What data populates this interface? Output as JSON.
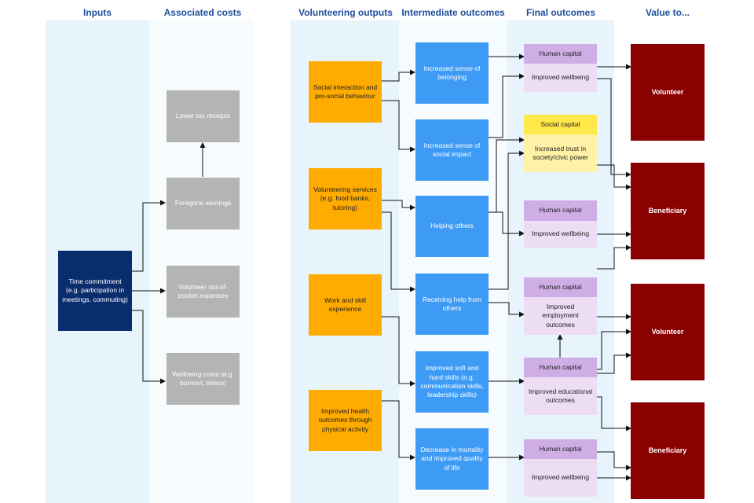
{
  "headers": {
    "inputs": "Inputs",
    "costs": "Associated costs",
    "outputs": "Volunteering outputs",
    "intermediate": "Intermediate outcomes",
    "final": "Final outcomes",
    "value": "Value to..."
  },
  "inputs": {
    "time": "Time commitment (e.g. participation in meetings, commuting)"
  },
  "costs": {
    "tax": "Lower tax receipts",
    "earnings": "Foregone earnings",
    "expenses": "Volunteer out-of-pocket expenses",
    "wellbeing": "Wellbeing costs (e.g. burnout, stress)"
  },
  "outputs": {
    "social": "Social interaction and pro-social behaviour",
    "services": "Volunteering services (e.g. food banks, tutoring)",
    "work": "Work and skill experience",
    "health": "Improved health outcomes through physical activity"
  },
  "intermediate": {
    "belonging": "Increased sense of belonging",
    "impact": "Increased sense of social impact",
    "helping": "Helping others",
    "receiving": "Receiving help from others",
    "skills": "Improved soft and hard skills (e.g. communication skills, leadership skills)",
    "mortality": "Decrease in mortality and improved quality of life"
  },
  "final": {
    "f1_head": "Human capital",
    "f1_body": "Improved wellbeing",
    "f2_head": "Social capital",
    "f2_body": "Increased trust in society/civic power",
    "f3_head": "Human capital",
    "f3_body": "Improved wellbeing",
    "f4_head": "Human capital",
    "f4_body": "Improved employment outcomes",
    "f5_head": "Human capital",
    "f5_body": "Improved educational outcomes",
    "f6_head": "Human capital",
    "f6_body": "Improved wellbeing"
  },
  "value": {
    "v1": "Volunteer",
    "v2": "Beneficiary",
    "v3": "Volunteer",
    "v4": "Beneficiary"
  },
  "colors": {
    "navy": "#0a2d6e",
    "grey": "#b4b4b4",
    "orange": "#ffab00",
    "blue": "#3d9bf5",
    "purple": "#cfaee6",
    "yellow": "#ffe84a",
    "darkred": "#8b0000"
  }
}
